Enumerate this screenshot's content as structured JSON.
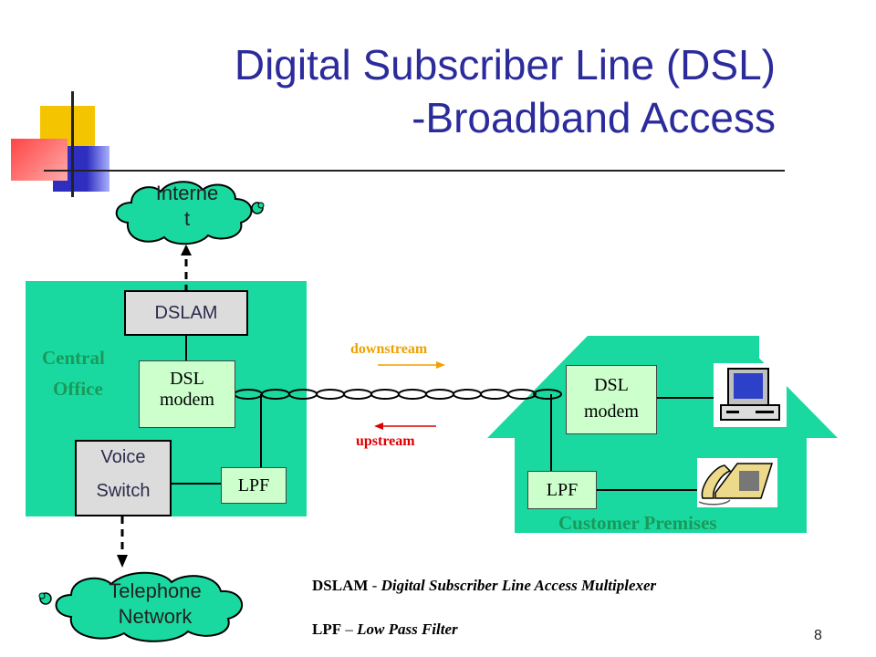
{
  "slide": {
    "title_line1": "Digital Subscriber Line (DSL)",
    "title_line2": "-Broadband Access",
    "page_number": "8"
  },
  "internet_cloud": {
    "line1": "Interne",
    "line2": "t"
  },
  "central_office": {
    "label_line1": "Central",
    "label_line2": "Office",
    "dslam": "DSLAM",
    "dsl_modem_line1": "DSL",
    "dsl_modem_line2": "modem",
    "voice_switch_line1": "Voice",
    "voice_switch_line2": "Switch",
    "lpf": "LPF"
  },
  "line": {
    "downstream": "downstream",
    "upstream": "upstream"
  },
  "customer_premises": {
    "label": "Customer Premises",
    "dsl_modem_line1": "DSL",
    "dsl_modem_line2": "modem",
    "lpf": "LPF"
  },
  "telephone_cloud": {
    "line1": "Telephone",
    "line2": "Network"
  },
  "legend": {
    "dslam_term": "DSLAM",
    "dslam_sep": " - ",
    "dslam_def": "Digital Subscriber Line Access Multiplexer",
    "lpf_term": "LPF",
    "lpf_sep": " – ",
    "lpf_def": "Low Pass Filter"
  },
  "colors": {
    "title": "#2b2b9c",
    "office_green": "#1ad9a0",
    "label_green": "#1a9a5a",
    "downstream": "#f0a000",
    "upstream": "#dd0000"
  }
}
